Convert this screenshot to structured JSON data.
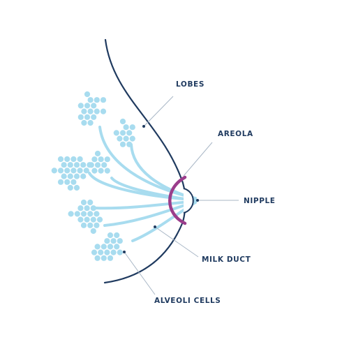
{
  "diagram": {
    "labels": {
      "lobes": "LOBES",
      "areola": "AREOLA",
      "nipple": "NIPPLE",
      "milk_duct": "MILK DUCT",
      "alveoli_cells": "ALVEOLI CELLS"
    },
    "colors": {
      "outline": "#1f3a5f",
      "duct": "#a8dcef",
      "alveoli": "#a8dcef",
      "areola": "#9b3d8b",
      "leader": "#a9b7c6",
      "label_text": "#1f3a5f"
    }
  }
}
